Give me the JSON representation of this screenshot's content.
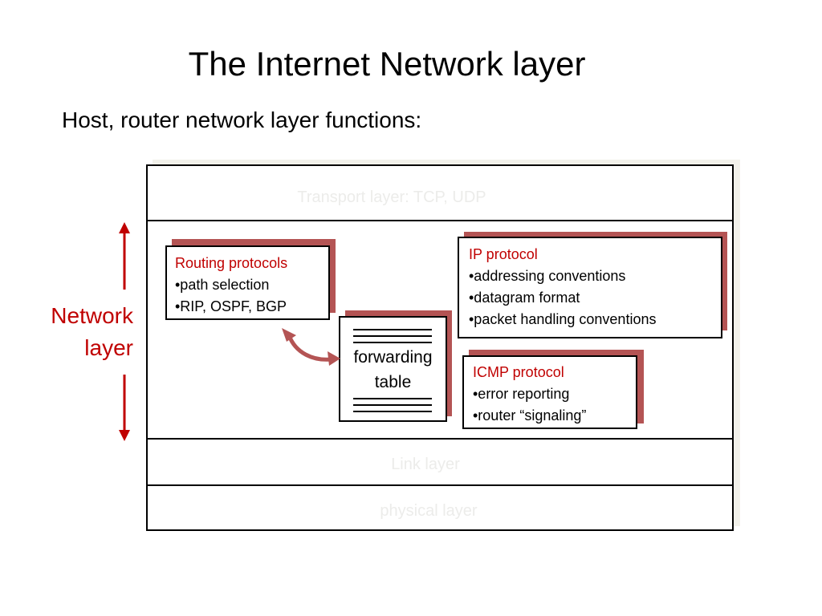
{
  "slide": {
    "title": "The Internet Network layer",
    "subtitle": "Host, router network layer functions:"
  },
  "layers": {
    "transport": "Transport layer: TCP, UDP",
    "link": "Link layer",
    "physical": "physical layer",
    "network_label_line1": "Network",
    "network_label_line2": "layer"
  },
  "routing_box": {
    "title": "Routing protocols",
    "items": [
      "•path selection",
      "•RIP, OSPF, BGP"
    ]
  },
  "ip_box": {
    "title": "IP protocol",
    "items": [
      "•addressing conventions",
      "•datagram format",
      "•packet handling conventions"
    ]
  },
  "icmp_box": {
    "title": "ICMP protocol",
    "items": [
      "•error reporting",
      "•router “signaling”"
    ]
  },
  "forwarding_table": {
    "line1": "forwarding",
    "line2": "table"
  },
  "colors": {
    "accent_red": "#c00000",
    "shadow_red": "#b45454",
    "faint_layer_text": "#ececea"
  }
}
